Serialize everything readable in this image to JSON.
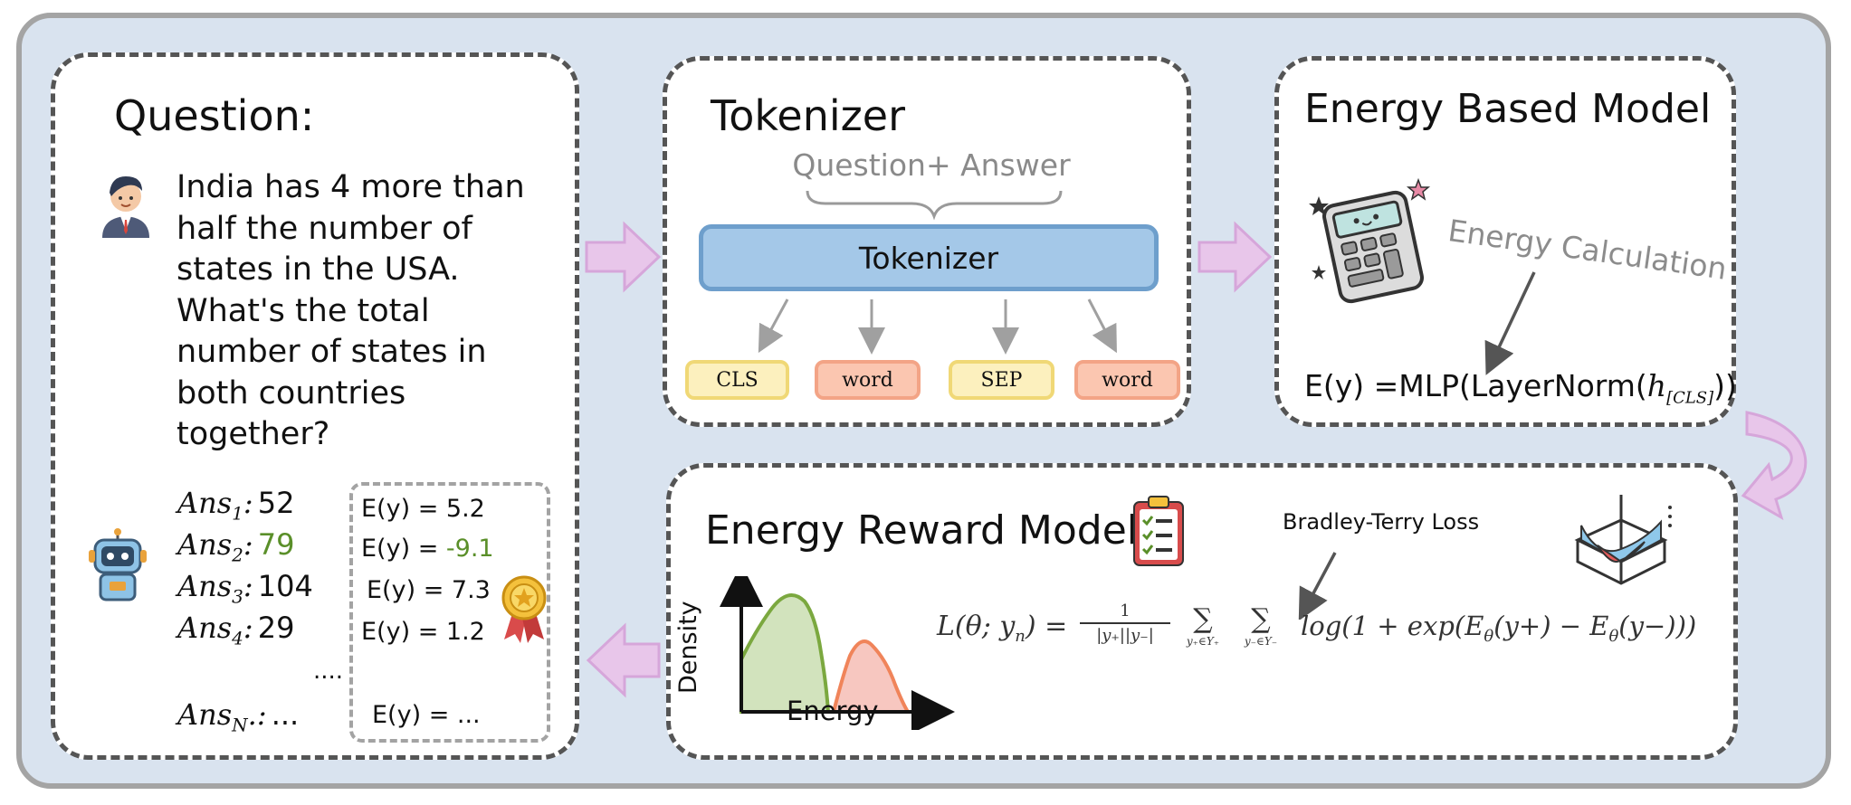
{
  "colors": {
    "frame_bg": "#d9e3ef",
    "tokenizer_bar": "#a4c8e8",
    "token_yellow": "#fcf0be",
    "token_salmon": "#fbc6b0",
    "correct_answer": "#5a8f29",
    "arrow_pink": "#e8c6ea",
    "curve_green": "#7ba83f",
    "curve_orange": "#f0845a"
  },
  "question_panel": {
    "title": "Question:",
    "user_icon": "user-avatar-icon",
    "question_text": "India has 4 more than half the number of states in the USA. What's the total number of states in both countries together?",
    "robot_icon": "robot-icon",
    "medal_icon": "award-medal-icon",
    "answers": [
      {
        "label": "Ans",
        "sub": "1",
        "value": "52",
        "energy": "E(y) = 5.2",
        "correct": false
      },
      {
        "label": "Ans",
        "sub": "2",
        "value": "79",
        "energy_prefix": "E(y) = ",
        "energy_value": "-9.1",
        "correct": true
      },
      {
        "label": "Ans",
        "sub": "3",
        "value": "104",
        "energy": "E(y) = 7.3",
        "correct": false
      },
      {
        "label": "Ans",
        "sub": "4",
        "value": "29",
        "energy": "E(y) = 1.2",
        "correct": false
      }
    ],
    "ellipsis": "....",
    "ans_n": {
      "label": "Ans",
      "sub": "N",
      "suffix": ".",
      "value": "...",
      "energy": "E(y) = ..."
    }
  },
  "tokenizer_panel": {
    "title": "Tokenizer",
    "input_label": "Question+ Answer",
    "bar_label": "Tokenizer",
    "tokens": [
      "CLS",
      "word",
      "SEP",
      "word"
    ]
  },
  "ebm_panel": {
    "title": "Energy Based  Model",
    "calculator_icon": "calculator-icon",
    "calc_label": "Energy Calculation",
    "formula_prefix": "E(y) =MLP(LayerNorm(",
    "formula_h": "h",
    "formula_h_sub": "[CLS]",
    "formula_suffix": ")"
  },
  "erm_panel": {
    "title": "Energy Reward Model",
    "clipboard_icon": "clipboard-checklist-icon",
    "surface_icon": "3d-surface-plot-icon",
    "loss_label": "Bradley-Terry  Loss",
    "density_axis_label": "Density",
    "energy_axis_label": "Energy",
    "loss_lhs": "L(θ; y",
    "loss_lhs_sub": "n",
    "loss_lhs_end": ") =",
    "fraction_numerator": "1",
    "fraction_denominator": "|y₊||y₋|",
    "sum1_sub": "y₊∈Y₊",
    "sum2_sub": "y₋∈Y₋",
    "loss_rhs": "log(1 + exp(E",
    "loss_rhs_sub1": "θ",
    "loss_rhs_mid": "(y+) − E",
    "loss_rhs_sub2": "θ",
    "loss_rhs_end": "(y−)))"
  }
}
